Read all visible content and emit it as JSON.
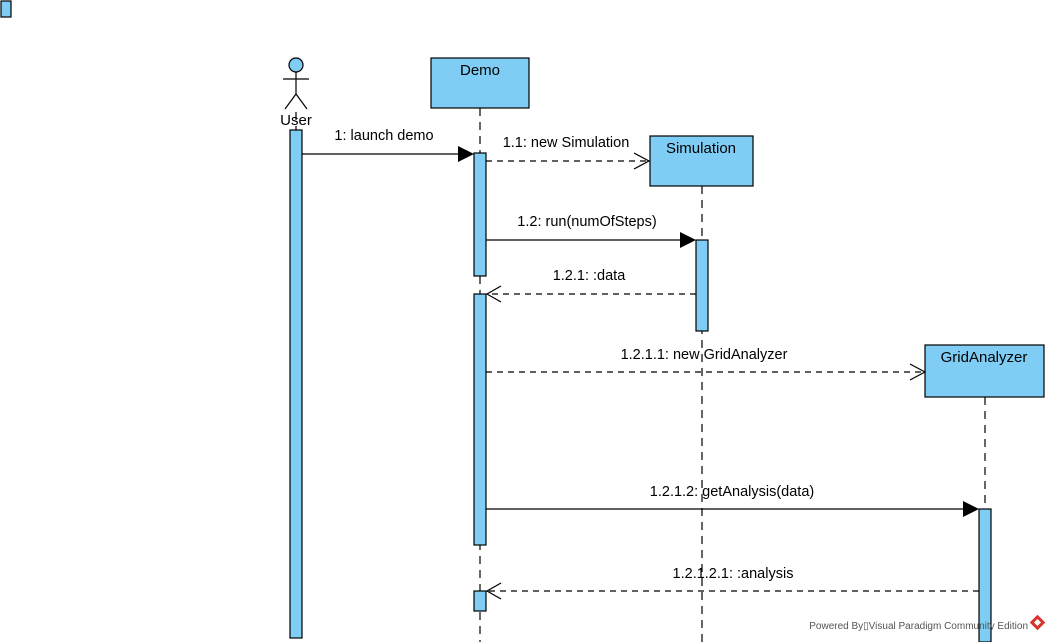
{
  "colors": {
    "box_fill": "#7fcdf4",
    "stroke": "#000000",
    "watermark_text": "#555555",
    "watermark_logo": "#d9342b"
  },
  "participants": {
    "user": {
      "label": "User",
      "kind": "actor"
    },
    "demo": {
      "label": "Demo"
    },
    "simulation": {
      "label": "Simulation"
    },
    "grid_analyzer": {
      "label": "GridAnalyzer"
    }
  },
  "messages": [
    {
      "id": "m1",
      "label": "1: launch demo",
      "from": "user",
      "to": "demo",
      "kind": "synchronous"
    },
    {
      "id": "m1_1",
      "label": "1.1: new Simulation",
      "from": "demo",
      "to": "simulation",
      "kind": "create"
    },
    {
      "id": "m1_2",
      "label": "1.2: run(numOfSteps)",
      "from": "demo",
      "to": "simulation",
      "kind": "synchronous"
    },
    {
      "id": "m1_2_1",
      "label": "1.2.1: :data",
      "from": "simulation",
      "to": "demo",
      "kind": "return"
    },
    {
      "id": "m1_2_1_1",
      "label": "1.2.1.1: new GridAnalyzer",
      "from": "demo",
      "to": "grid_analyzer",
      "kind": "create"
    },
    {
      "id": "m1_2_1_2",
      "label": "1.2.1.2: getAnalysis(data)",
      "from": "demo",
      "to": "grid_analyzer",
      "kind": "synchronous"
    },
    {
      "id": "m1_2_1_2_1",
      "label": "1.2.1.2.1: :analysis",
      "from": "grid_analyzer",
      "to": "demo",
      "kind": "return"
    }
  ],
  "watermark": {
    "text": "Powered By▯Visual Paradigm Community Edition",
    "logo_icon": "visual-paradigm-logo-icon"
  }
}
